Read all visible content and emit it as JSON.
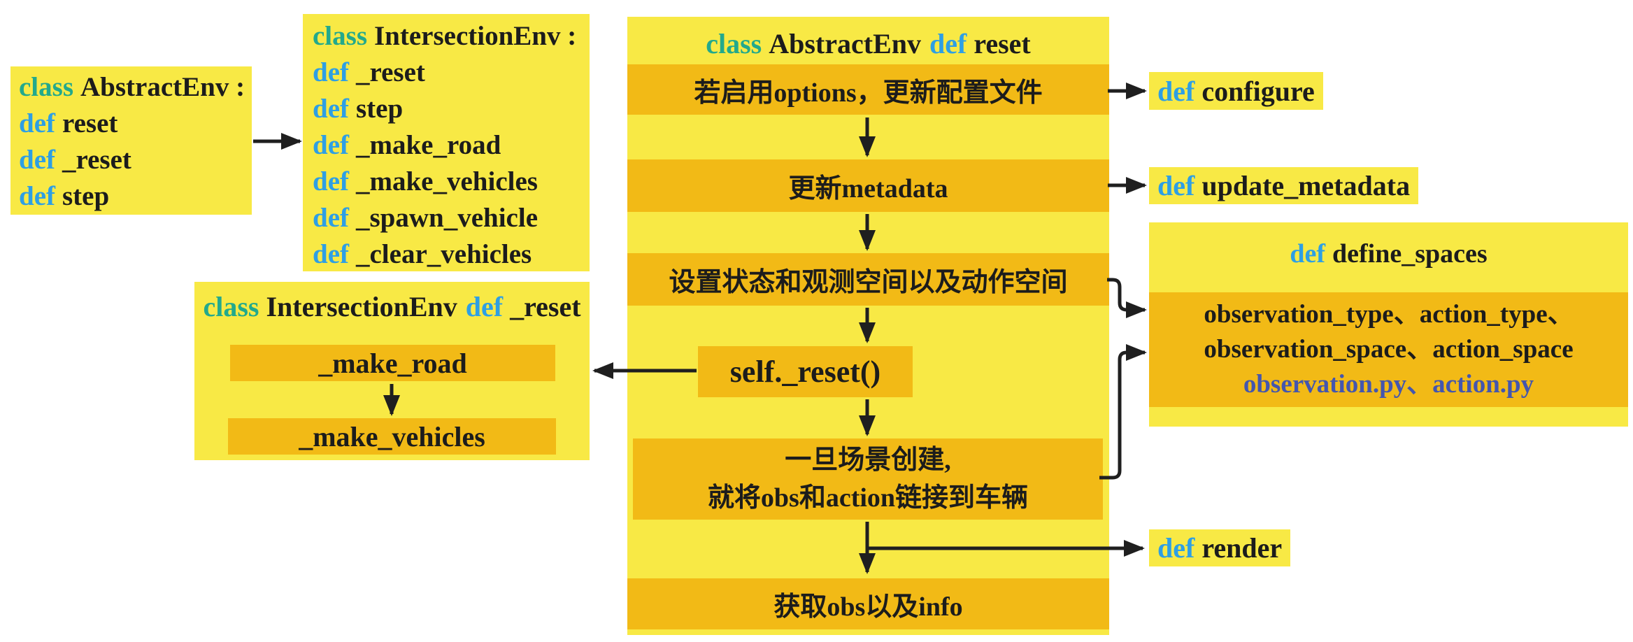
{
  "colors": {
    "yellow_box": "#F8E945",
    "amber_band": "#F2BA16",
    "keyword_class_green": "#23A98C",
    "keyword_def_blue": "#2E9FE4",
    "file_link_blue": "#4456AE",
    "text_black": "#1C1C1C",
    "arrow_black": "#1F1F1F"
  },
  "box_abstract_env": {
    "lines": [
      {
        "keyword": "class",
        "text": "AbstractEnv :"
      },
      {
        "keyword": "def",
        "text": "reset"
      },
      {
        "keyword": "def",
        "text": "_reset"
      },
      {
        "keyword": "def",
        "text": "step"
      }
    ]
  },
  "box_intersection_env": {
    "lines": [
      {
        "keyword": "class",
        "text": "IntersectionEnv :"
      },
      {
        "keyword": "def",
        "text": "_reset"
      },
      {
        "keyword": "def",
        "text": "step"
      },
      {
        "keyword": "def",
        "text": "_make_road"
      },
      {
        "keyword": "def",
        "text": "_make_vehicles"
      },
      {
        "keyword": "def",
        "text": "_spawn_vehicle"
      },
      {
        "keyword": "def",
        "text": "_clear_vehicles"
      }
    ]
  },
  "flow": {
    "title": {
      "kw1": "class",
      "t1": "AbstractEnv",
      "kw2": "def",
      "t2": "reset"
    },
    "step_options": "若启用options，更新配置文件",
    "step_metadata": "更新metadata",
    "step_spaces": "设置状态和观测空间以及动作空间",
    "step_self_reset": "self._reset()",
    "step_link_line1": "一旦场景创建,",
    "step_link_line2": "就将obs和action链接到车辆",
    "step_obs_info": "获取obs以及info"
  },
  "box_intersection_reset": {
    "title": {
      "kw1": "class",
      "t1": "IntersectionEnv",
      "kw2": "def",
      "t2": "_reset"
    },
    "step1": "_make_road",
    "step2": "_make_vehicles"
  },
  "box_define_spaces": {
    "title": {
      "kw": "def",
      "t": "define_spaces"
    },
    "line1": "observation_type、action_type、",
    "line2": "observation_space、action_space",
    "line3": "observation.py、action.py"
  },
  "labels": {
    "configure": {
      "kw": "def",
      "t": "configure"
    },
    "update_metadata": {
      "kw": "def",
      "t": "update_metadata"
    },
    "render": {
      "kw": "def",
      "t": "render"
    }
  }
}
